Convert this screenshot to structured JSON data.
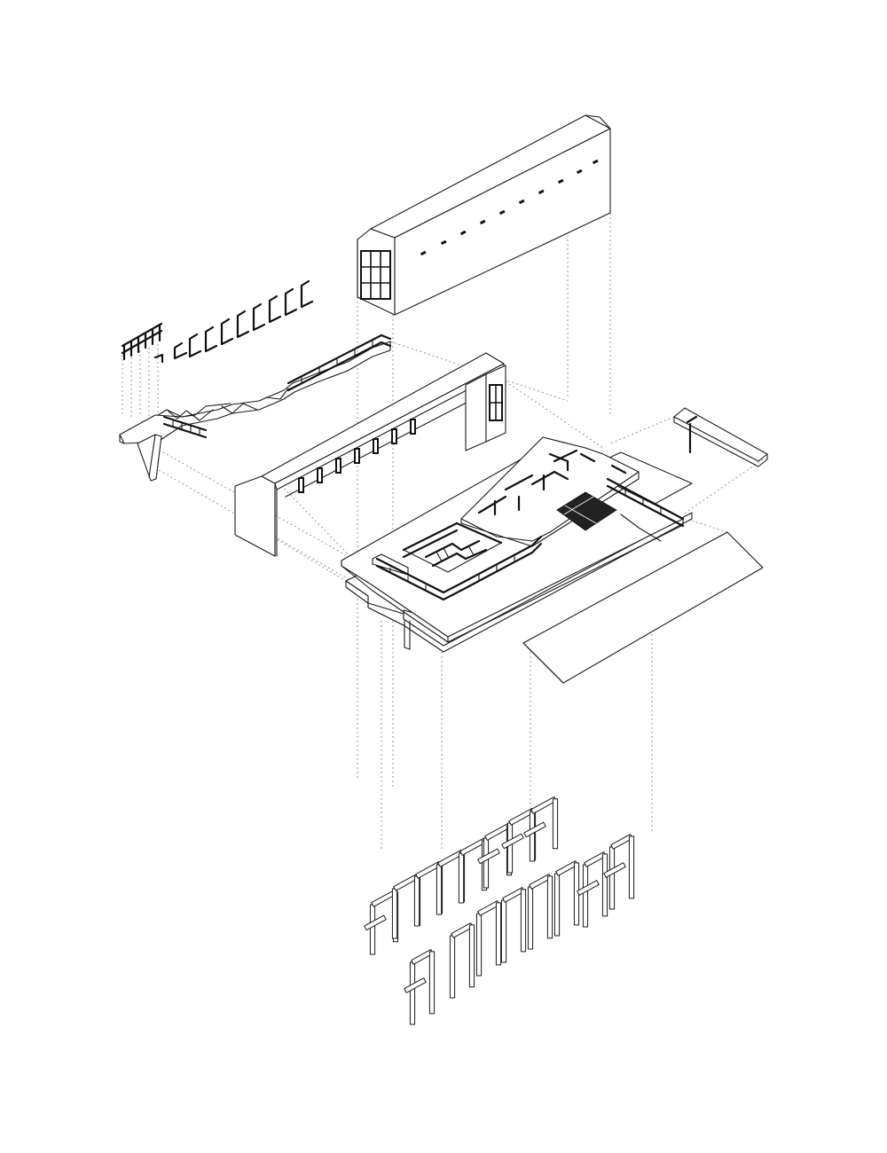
{
  "colors": {
    "line": "#1a1a1a",
    "projection": "#8a8a8a",
    "background": "#ffffff"
  },
  "components": [
    "roof-barn-volume",
    "suspended-walkway",
    "walkway-hanger-frames",
    "long-wall-volume",
    "floor-plates",
    "side-canopy",
    "sloped-ground-plane",
    "portal-frames"
  ]
}
